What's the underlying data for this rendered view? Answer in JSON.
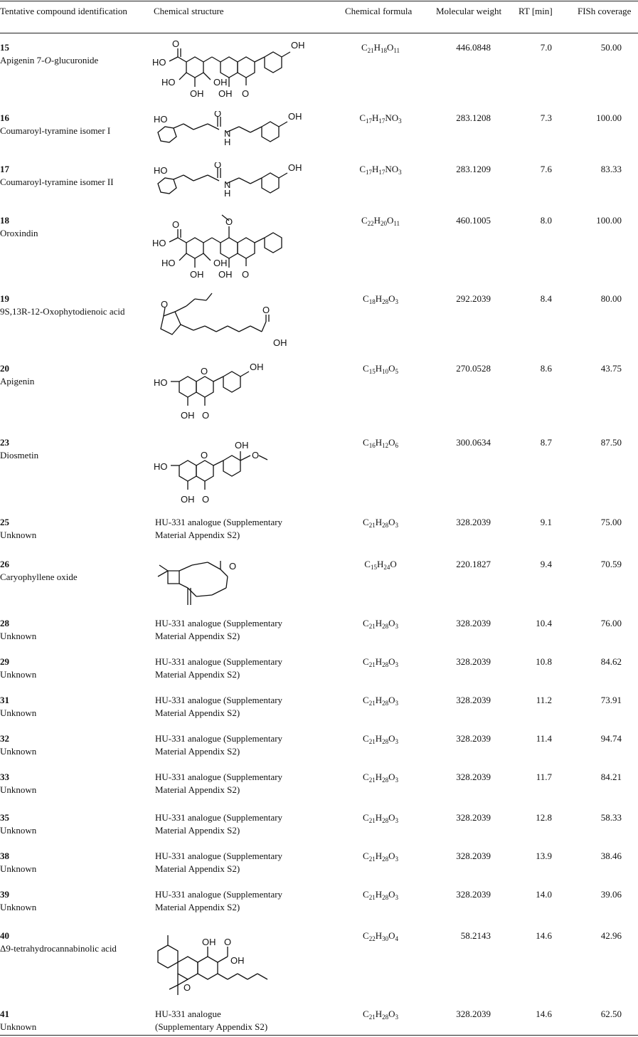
{
  "headers": {
    "identification": "Tentative compound identification",
    "structure": "Chemical structure",
    "formula": "Chemical formula",
    "mw": "Molecular weight",
    "rt": "RT [min]",
    "fish": "FISh coverage"
  },
  "atoms": {
    "oh": "OH",
    "ho": "HO",
    "o": "O",
    "nh": "N",
    "h": "H"
  },
  "rows": [
    {
      "num": "15",
      "name": "Apigenin 7-O-glucuronide",
      "name_pre": "Apigenin 7-",
      "name_it": "O",
      "name_post": "-glucuronide",
      "structure_text": "",
      "formula": [
        [
          "C",
          "21"
        ],
        [
          "H",
          "18"
        ],
        [
          "O",
          "11"
        ]
      ],
      "mw": "446.0848",
      "rt": "7.0",
      "fish": "50.00"
    },
    {
      "num": "16",
      "name": "Coumaroyl-tyramine isomer I",
      "structure_text": "",
      "formula": [
        [
          "C",
          "17"
        ],
        [
          "H",
          "17"
        ],
        [
          "NO",
          "3"
        ]
      ],
      "mw": "283.1208",
      "rt": "7.3",
      "fish": "100.00"
    },
    {
      "num": "17",
      "name": "Coumaroyl-tyramine isomer II",
      "structure_text": "",
      "formula": [
        [
          "C",
          "17"
        ],
        [
          "H",
          "17"
        ],
        [
          "NO",
          "3"
        ]
      ],
      "mw": "283.1209",
      "rt": "7.6",
      "fish": "83.33"
    },
    {
      "num": "18",
      "name": "Oroxindin",
      "structure_text": "",
      "formula": [
        [
          "C",
          "22"
        ],
        [
          "H",
          "20"
        ],
        [
          "O",
          "11"
        ]
      ],
      "mw": "460.1005",
      "rt": "8.0",
      "fish": "100.00"
    },
    {
      "num": "19",
      "name": "9S,13R-12-Oxophytodienoic acid",
      "structure_text": "",
      "formula": [
        [
          "C",
          "18"
        ],
        [
          "H",
          "28"
        ],
        [
          "O",
          "3"
        ]
      ],
      "mw": "292.2039",
      "rt": "8.4",
      "fish": "80.00"
    },
    {
      "num": "20",
      "name": "Apigenin",
      "structure_text": "",
      "formula": [
        [
          "C",
          "15"
        ],
        [
          "H",
          "10"
        ],
        [
          "O",
          "5"
        ]
      ],
      "mw": "270.0528",
      "rt": "8.6",
      "fish": "43.75"
    },
    {
      "num": "23",
      "name": "Diosmetin",
      "structure_text": "",
      "formula": [
        [
          "C",
          "16"
        ],
        [
          "H",
          "12"
        ],
        [
          "O",
          "6"
        ]
      ],
      "mw": "300.0634",
      "rt": "8.7",
      "fish": "87.50"
    },
    {
      "num": "25",
      "name": "Unknown",
      "structure_text": "HU-331 analogue (Supplementary Material Appendix S2)",
      "formula": [
        [
          "C",
          "21"
        ],
        [
          "H",
          "28"
        ],
        [
          "O",
          "3"
        ]
      ],
      "mw": "328.2039",
      "rt": "9.1",
      "fish": "75.00"
    },
    {
      "num": "26",
      "name": "Caryophyllene oxide",
      "structure_text": "",
      "formula": [
        [
          "C",
          "15"
        ],
        [
          "H",
          "24"
        ],
        [
          "O",
          ""
        ]
      ],
      "mw": "220.1827",
      "rt": "9.4",
      "fish": "70.59"
    },
    {
      "num": "28",
      "name": "Unknown",
      "structure_text": "HU-331 analogue (Supplementary Material Appendix S2)",
      "formula": [
        [
          "C",
          "21"
        ],
        [
          "H",
          "28"
        ],
        [
          "O",
          "3"
        ]
      ],
      "mw": "328.2039",
      "rt": "10.4",
      "fish": "76.00"
    },
    {
      "num": "29",
      "name": "Unknown",
      "structure_text": "HU-331 analogue (Supplementary Material Appendix S2)",
      "formula": [
        [
          "C",
          "21"
        ],
        [
          "H",
          "28"
        ],
        [
          "O",
          "3"
        ]
      ],
      "mw": "328.2039",
      "rt": "10.8",
      "fish": "84.62"
    },
    {
      "num": "31",
      "name": "Unknown",
      "structure_text": "HU-331 analogue (Supplementary Material Appendix S2)",
      "formula": [
        [
          "C",
          "21"
        ],
        [
          "H",
          "28"
        ],
        [
          "O",
          "3"
        ]
      ],
      "mw": "328.2039",
      "rt": "11.2",
      "fish": "73.91"
    },
    {
      "num": "32",
      "name": "Unknown",
      "structure_text": "HU-331 analogue (Supplementary Material Appendix S2)",
      "formula": [
        [
          "C",
          "21"
        ],
        [
          "H",
          "28"
        ],
        [
          "O",
          "3"
        ]
      ],
      "mw": "328.2039",
      "rt": "11.4",
      "fish": "94.74"
    },
    {
      "num": "33",
      "name": "Unknown",
      "structure_text": "HU-331 analogue (Supplementary Material Appendix S2)",
      "formula": [
        [
          "C",
          "21"
        ],
        [
          "H",
          "28"
        ],
        [
          "O",
          "3"
        ]
      ],
      "mw": "328.2039",
      "rt": "11.7",
      "fish": "84.21"
    },
    {
      "num": "35",
      "name": "Unknown",
      "structure_text": "HU-331 analogue (Supplementary Material Appendix S2)",
      "formula": [
        [
          "C",
          "21"
        ],
        [
          "H",
          "28"
        ],
        [
          "O",
          "3"
        ]
      ],
      "mw": "328.2039",
      "rt": "12.8",
      "fish": "58.33"
    },
    {
      "num": "38",
      "name": "Unknown",
      "structure_text": "HU-331 analogue (Supplementary Material Appendix S2)",
      "formula": [
        [
          "C",
          "21"
        ],
        [
          "H",
          "28"
        ],
        [
          "O",
          "3"
        ]
      ],
      "mw": "328.2039",
      "rt": "13.9",
      "fish": "38.46"
    },
    {
      "num": "39",
      "name": "Unknown",
      "structure_text": "HU-331 analogue (Supplementary Material Appendix S2)",
      "formula": [
        [
          "C",
          "21"
        ],
        [
          "H",
          "28"
        ],
        [
          "O",
          "3"
        ]
      ],
      "mw": "328.2039",
      "rt": "14.0",
      "fish": "39.06"
    },
    {
      "num": "40",
      "name": "Δ9-tetrahydrocannabinolic acid",
      "structure_text": "",
      "formula": [
        [
          "C",
          "22"
        ],
        [
          "H",
          "30"
        ],
        [
          "O",
          "4"
        ]
      ],
      "mw": "58.2143",
      "rt": "14.6",
      "fish": "42.96"
    },
    {
      "num": "41",
      "name": "Unknown",
      "structure_text": "HU-331 analogue (Supplementary Appendix S2)",
      "formula": [
        [
          "C",
          "21"
        ],
        [
          "H",
          "28"
        ],
        [
          "O",
          "3"
        ]
      ],
      "mw": "328.2039",
      "rt": "14.6",
      "fish": "62.50"
    }
  ]
}
